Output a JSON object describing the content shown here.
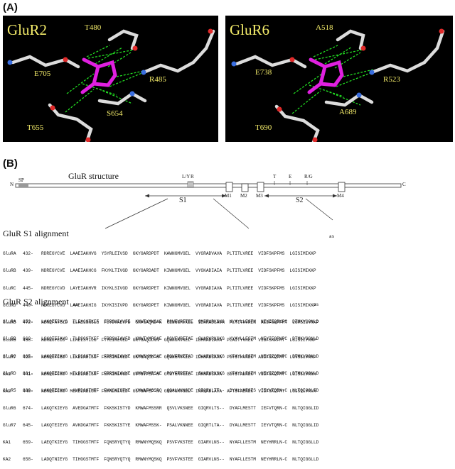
{
  "panelA": {
    "label": "(A)",
    "left": {
      "title": "GluR2",
      "residues": [
        "T480",
        "E705",
        "R485",
        "S654",
        "T655"
      ]
    },
    "right": {
      "title": "GluR6",
      "residues": [
        "A518",
        "E738",
        "R523",
        "A689",
        "T690"
      ]
    }
  },
  "panelB": {
    "label": "(B)",
    "structure_title": "GluR structure",
    "n_term": "N",
    "c_term": "C",
    "sp": "SP",
    "top_marks": [
      "L/Y",
      "R",
      "T",
      "E",
      "R/G"
    ],
    "membrane": [
      "M1",
      "M2",
      "M3",
      "M4"
    ],
    "s1": "S1",
    "s2": "S2",
    "colors": {
      "ligand": "#e020e0",
      "hbond": "#22dd22",
      "label": "#f4ec6a"
    }
  },
  "s1": {
    "title": "GluR S1 alignment",
    "marks": "as",
    "rows": [
      {
        "name": "GluRA",
        "start": "432-",
        "segs": [
          "RDREGYCVE",
          "LAAEIAKHVG",
          "YSYRLEIVSD",
          "GKYGARDPDT",
          "KAWNGMVGEL",
          "VYGRADVAVA",
          "PLTITLVREE",
          "VIDFSKPFMS",
          "LGISIMIKKP"
        ]
      },
      {
        "name": "GluRB",
        "start": "439-",
        "segs": [
          "NDREGYCVE",
          "LAAEIAKHCG",
          "FKYKLTIVGD",
          "GKYGARDADT",
          "KIWNGMVGEL",
          "VYGKADIAIA",
          "PLTITLVREE",
          "VIDFSKPFMS",
          "LGISIMIKKP"
        ]
      },
      {
        "name": "GluRC",
        "start": "445-",
        "segs": [
          "NDREGYCVD",
          "LAYEIAKHVR",
          "IKYKLSIVGD",
          "GKYGARDPET",
          "KIWNGMVGEL",
          "VYGRADIAVA",
          "PLTITLVREE",
          "VIDFSKPFMS",
          "LGISIMIKKP"
        ]
      },
      {
        "name": "GluRD",
        "start": "440-",
        "segs": [
          "NDREGYCVD",
          "LAAEIAKHIG",
          "IKYKISIVPD",
          "GKYGARDPET",
          "KIWNGMVGEL",
          "VYGRADIAVA",
          "PLTITLVREE",
          "VIDFSKPFMS",
          "LGISIMIKKP"
        ]
      },
      {
        "name": "GluR5",
        "start": "472-",
        "segs": [
          "NDREFAYCLD",
          "LLKELSNILG",
          "FLYDVKLVPD",
          "GKYGAQND-K",
          "GEWNGMVKEL",
          "IDHRADLAVA",
          "PLTITHVREK",
          "AIDFSKPFMT",
          "LGVSILYRKP"
        ]
      },
      {
        "name": "GluR6",
        "start": "456-",
        "segs": [
          "NDREGYCID",
          "LLRELSTILG",
          "FTYEIRLVED",
          "GKYGAQDDVN",
          "GQWNGMVREL",
          "IDHKADLAVA",
          "PLAITYVREK",
          "VIDFSKPFMT",
          "LGISILYRKP"
        ]
      },
      {
        "name": "GluR7",
        "start": "428-",
        "segs": [
          "NDREGYCID",
          "LLKELAHILG",
          "FSYEIRLVED",
          "GKYGAQDD-K",
          "GQWNGMVKEL",
          "IDHKADLAVA",
          "PLTITHVREK",
          "AIDFSKPFMT",
          "LGVSILYRKP"
        ]
      },
      {
        "name": "KA1",
        "start": "441-",
        "segs": [
          "NDREGFCVD",
          "MLKELAEILR",
          "FNYKIRLVGD",
          "GVYGVPEA-N",
          "GTWTGMVGEL",
          "IARKADLAVA",
          "GLTITAEREK",
          "VIDFSKPFMT",
          "LGISILYRVH"
        ]
      },
      {
        "name": "KA2",
        "start": "440-",
        "segs": [
          "NDREGFCVD",
          "MLRELAELLR",
          "FNYRLRLVED",
          "GLYGAPEP-N",
          "GSWTGMVGEL",
          "INRKADLAVA",
          "AFTITAEREK",
          "VIDFSKPFMT",
          "LGISILYRVH"
        ]
      }
    ]
  },
  "s2": {
    "title": "GluR S2 alignment",
    "marks_a": "as",
    "marks_b": "as",
    "rows": [
      {
        "name": "GluRA",
        "start": "653-",
        "segs": [
          "LAKQTEIAYG",
          "TLEAGSTKEF",
          "FRRSKIAVFE",
          "KMWTYMKSAE",
          "PSVFVRTTEE",
          "GMIRVRKSKG",
          "KYAYLLESTM",
          "NEYIEQRKPC",
          "DTMKVGGNLD"
        ]
      },
      {
        "name": "GluRB",
        "start": "660-",
        "segs": [
          "LSKQTEIAYG",
          "TLDSGSTKEF",
          "FRRSKIAVFD",
          "KMWTYMRSAE",
          "PSVFVRTTAE",
          "GVARVRKSKG",
          "KYAYLLESTM",
          "NEYIEQRKPC",
          "DTMKVGGNLD"
        ]
      },
      {
        "name": "GluRC",
        "start": "665-",
        "segs": [
          "LAKQTEIAYG",
          "TLDSGSTKEF",
          "FRRSKIAVYE",
          "KMWSYMKSAE",
          "PSVFTKTTAD",
          "GVARVRKSKG",
          "KFAYLLESTM",
          "NEYIEQRKPC",
          "DTMKVGGNLD"
        ]
      },
      {
        "name": "GluRD",
        "start": "661-",
        "segs": [
          "LAKQTEIAYG",
          "TLDSGSTKEF",
          "FRRSKIAVYE",
          "KMWTYMRSAE",
          "PSVFTRTTAE",
          "GVARVRKSKG",
          "KFAYLLESTM",
          "NEYIEQRKPC",
          "DTMKVGGNLD"
        ]
      },
      {
        "name": "GluR5",
        "start": "689-",
        "segs": [
          "LAKQTEIAYG",
          "AVRDGSTMTF",
          "FKKSKISTYE",
          "KMWAFMSSRQ",
          "QSALVKNSDE",
          "GIQRVLTT--",
          "DYALLMESTS",
          "IEYVTQRN-C",
          "NLTQIGGLID"
        ]
      },
      {
        "name": "GluR6",
        "start": "674-",
        "segs": [
          "LAKQTKIEYG",
          "AVEDGATMTF",
          "FKKSKISTYD",
          "KMWAFMSSRR",
          "QSVLVKSNEE",
          "GIQRVLTS--",
          "DYAFLMESTT",
          "IEFVTQRN-C",
          "NLTQIGGLID"
        ]
      },
      {
        "name": "GluR7",
        "start": "645-",
        "segs": [
          "LAKQTEIEYG",
          "AVKDGATMTF",
          "FKKSKISTYE",
          "KMWAFMSSK-",
          "PSALVKNNEE",
          "GIQRTLTA--",
          "DYALLMESTT",
          "IEYVTQRN-C",
          "NLTQIGGLID"
        ]
      },
      {
        "name": "KA1",
        "start": "659-",
        "segs": [
          "LAEQTKIEYG",
          "TIHGGSTMTF",
          "FQNSRYQTYQ",
          "RMWNYMQSKQ",
          "PSVFVKSTEE",
          "GIARVLNS--",
          "NYAFLLESTM",
          "NEYHRRLN-C",
          "NLTQIGGLLD"
        ]
      },
      {
        "name": "KA2",
        "start": "658-",
        "segs": [
          "LADQTNIEYG",
          "TIHGGSTMTF",
          "FQNSRYQTYQ",
          "RMWNYMQSKQ",
          "PSVFVKSTEE",
          "GIARVLNS--",
          "NYAFLLESTM",
          "NEYHRRLN-C",
          "NLTQIGGLLD"
        ]
      }
    ]
  }
}
